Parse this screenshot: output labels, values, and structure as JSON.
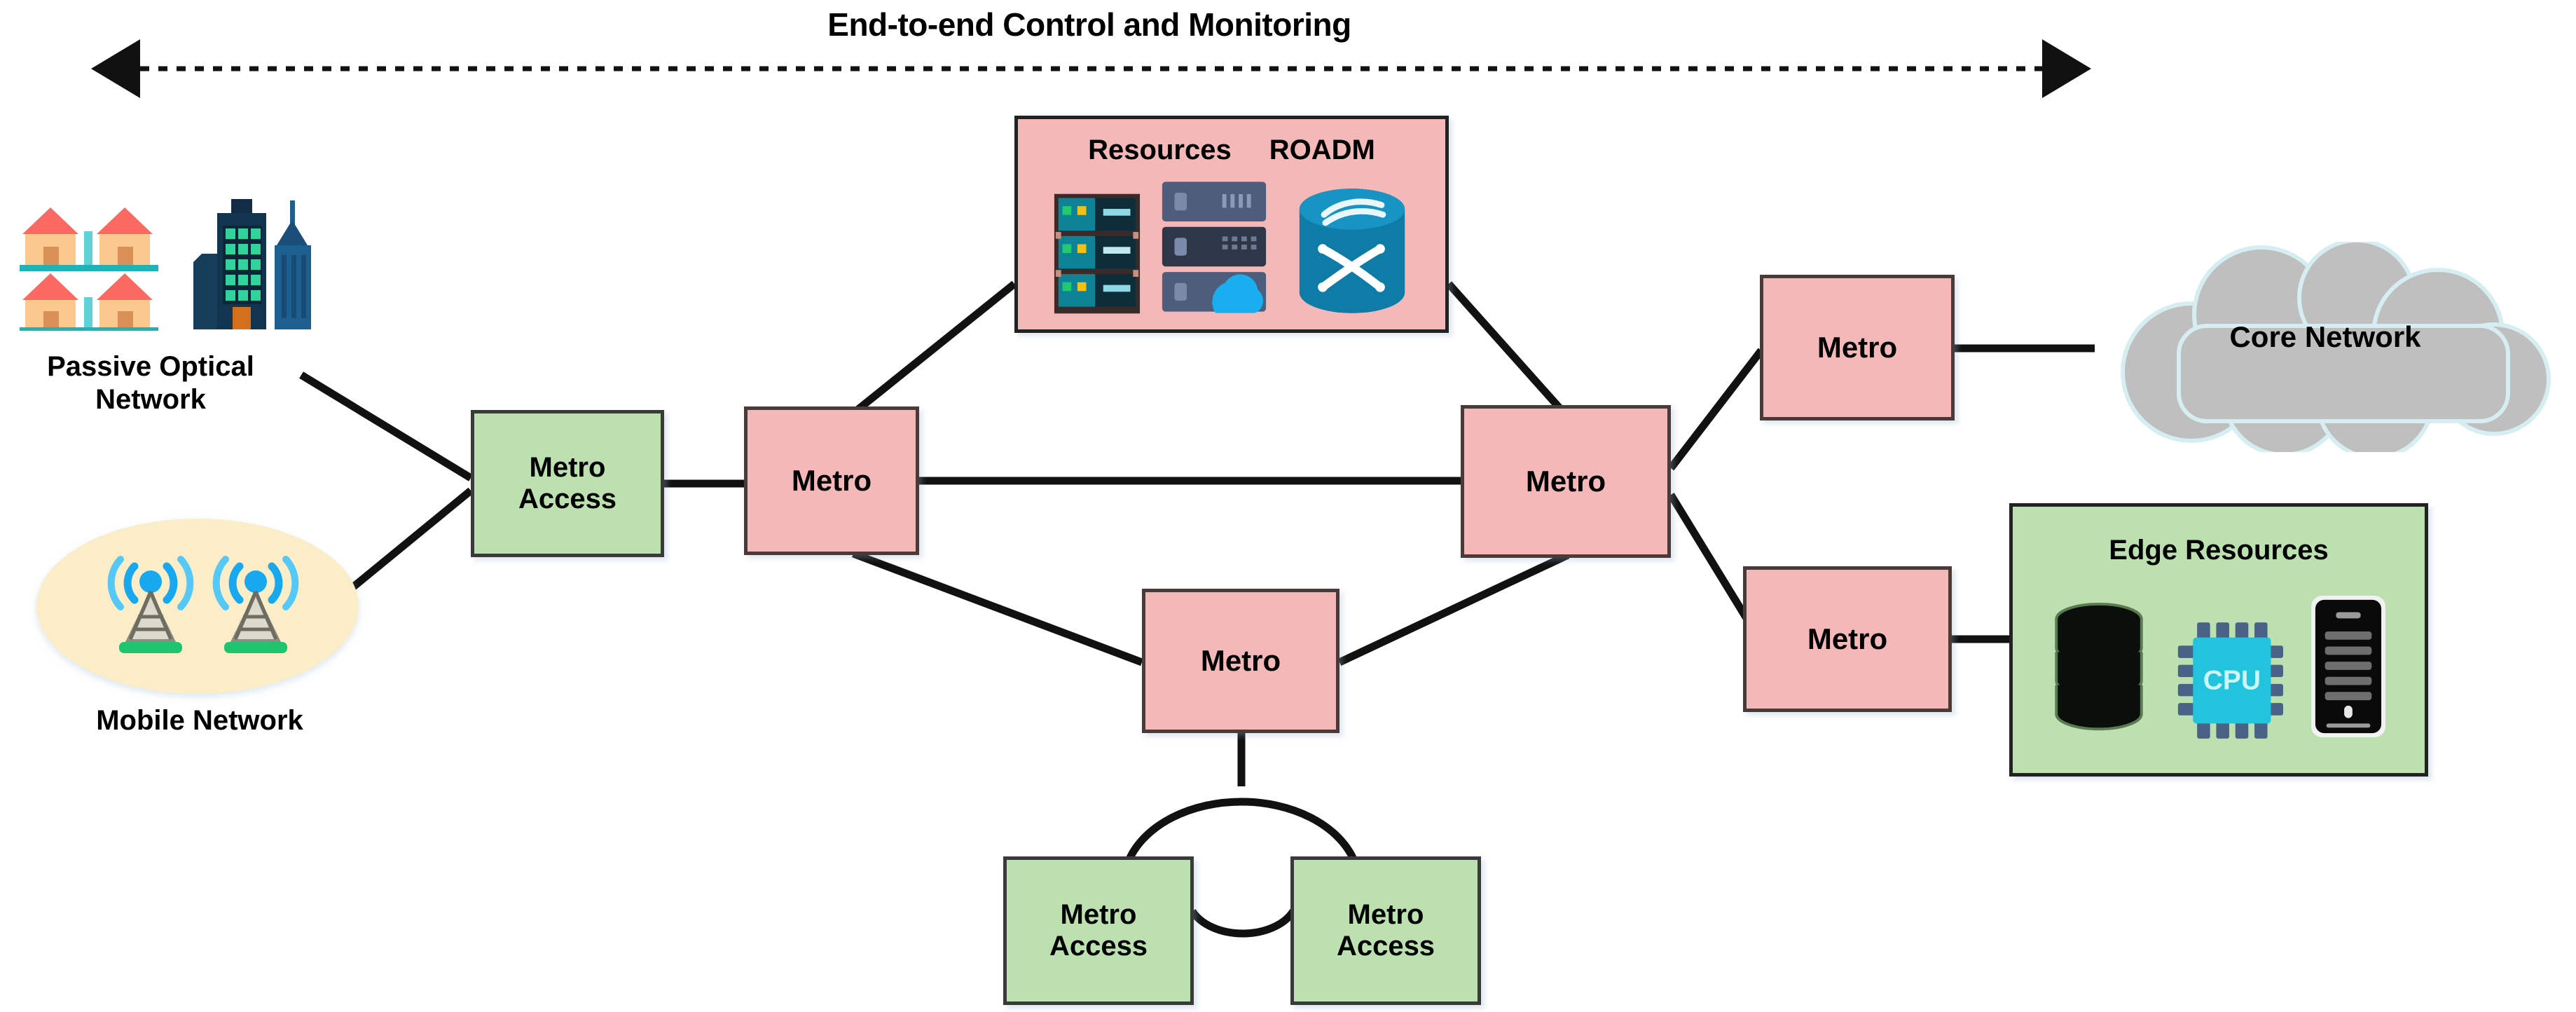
{
  "title": "End-to-end Control and Monitoring",
  "colors": {
    "metro_fill": "#f4b8b8",
    "metro_access_fill": "#bce0b0",
    "edge_panel_fill": "#bce0b0",
    "resources_panel_fill": "#f4b8b8",
    "cloud_fill": "#bfbfbf",
    "mobile_ellipse_fill": "#fbedc8",
    "line": "#111111",
    "cpu_chip": "#22c3dd"
  },
  "access_networks": [
    {
      "id": "pon",
      "caption_line1": "Passive Optical",
      "caption_line2": "Network",
      "icons": [
        "houses-icon",
        "city-buildings-icon"
      ]
    },
    {
      "id": "mobile",
      "caption_line1": "Mobile Network",
      "caption_line2": "",
      "icons": [
        "cell-tower-icon",
        "cell-tower-icon"
      ]
    }
  ],
  "nodes": [
    {
      "id": "ma-left",
      "type": "metro-access",
      "line1": "Metro",
      "line2": "Access"
    },
    {
      "id": "metro-1",
      "type": "metro",
      "line1": "Metro",
      "line2": ""
    },
    {
      "id": "metro-2",
      "type": "metro",
      "line1": "Metro",
      "line2": ""
    },
    {
      "id": "metro-3",
      "type": "metro",
      "line1": "Metro",
      "line2": ""
    },
    {
      "id": "metro-4",
      "type": "metro",
      "line1": "Metro",
      "line2": ""
    },
    {
      "id": "metro-5",
      "type": "metro",
      "line1": "Metro",
      "line2": ""
    },
    {
      "id": "ma-bot-l",
      "type": "metro-access",
      "line1": "Metro",
      "line2": "Access"
    },
    {
      "id": "ma-bot-r",
      "type": "metro-access",
      "line1": "Metro",
      "line2": "Access"
    }
  ],
  "resources_panel": {
    "heading_left": "Resources",
    "heading_right": "ROADM",
    "icons": [
      "server-rack-icon",
      "data-center-cloud-icon",
      "roadm-switch-icon"
    ]
  },
  "edge_panel": {
    "heading": "Edge Resources",
    "icons": [
      "database-stack-icon",
      "cpu-chip-icon",
      "server-tower-icon"
    ],
    "cpu_label": "CPU"
  },
  "core_network": {
    "label": "Core Network"
  }
}
